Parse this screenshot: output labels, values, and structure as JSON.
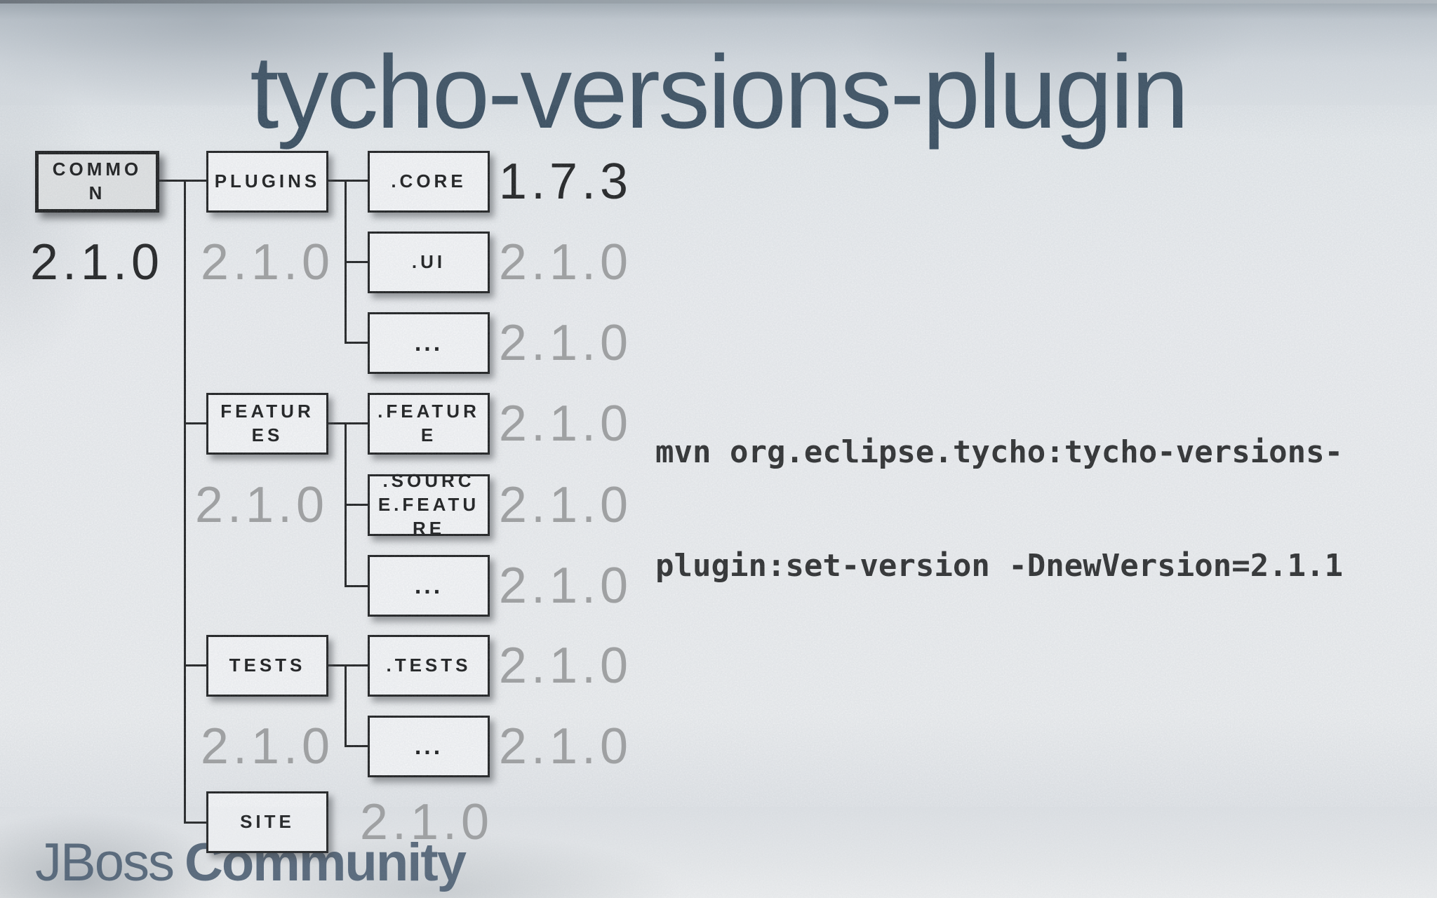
{
  "slide": {
    "title": "tycho-versions-plugin",
    "command_lines": [
      "mvn org.eclipse.tycho:tycho-versions-",
      "plugin:set-version -DnewVersion=2.1.1"
    ],
    "logo": {
      "brand": "JBoss",
      "suffix": "Community"
    }
  },
  "colors": {
    "title_text": "#2e4457",
    "version_muted": "#9f9f9f",
    "version_emphasis": "#141414",
    "box_border": "#111111",
    "box_fill": "#fdfdfe",
    "root_box_fill": "#e7e8e8",
    "logo_text": "#42556a",
    "background_top": "#9ea8b0",
    "background_main": "#f3f4f6"
  },
  "tree": {
    "nodes": [
      {
        "label": "COMMON",
        "level": "root",
        "parent": null
      },
      {
        "label": "PLUGINS",
        "level": "module",
        "parent": "COMMON"
      },
      {
        "label": ".CORE",
        "level": "leaf",
        "parent": "PLUGINS"
      },
      {
        "label": ".UI",
        "level": "leaf",
        "parent": "PLUGINS"
      },
      {
        "label": "...",
        "level": "leaf",
        "parent": "PLUGINS"
      },
      {
        "label": "FEATURES",
        "level": "module",
        "parent": "COMMON"
      },
      {
        "label": ".FEATURE",
        "level": "leaf",
        "parent": "FEATURES"
      },
      {
        "label": ".SOURCE.FEATURE",
        "level": "leaf",
        "parent": "FEATURES"
      },
      {
        "label": "...",
        "level": "leaf",
        "parent": "FEATURES"
      },
      {
        "label": "TESTS",
        "level": "module",
        "parent": "COMMON"
      },
      {
        "label": ".TESTS",
        "level": "leaf",
        "parent": "TESTS"
      },
      {
        "label": "...",
        "level": "leaf",
        "parent": "TESTS"
      },
      {
        "label": "SITE",
        "level": "module",
        "parent": "COMMON"
      }
    ],
    "versions": [
      {
        "node": "COMMON",
        "text": "2.1.0",
        "muted": false
      },
      {
        "node": "PLUGINS",
        "text": "2.1.0",
        "muted": true
      },
      {
        "node": ".CORE",
        "text": "1.7.3",
        "muted": false
      },
      {
        "node": ".UI",
        "text": "2.1.0",
        "muted": true
      },
      {
        "node": "PLUGINS-ellipsis",
        "text": "2.1.0",
        "muted": true
      },
      {
        "node": ".FEATURE",
        "text": "2.1.0",
        "muted": true
      },
      {
        "node": "FEATURES",
        "text": "2.1.0",
        "muted": true
      },
      {
        "node": ".SOURCE.FEATURE",
        "text": "2.1.0",
        "muted": true
      },
      {
        "node": "FEATURES-ellipsis",
        "text": "2.1.0",
        "muted": true
      },
      {
        "node": ".TESTS",
        "text": "2.1.0",
        "muted": true
      },
      {
        "node": "TESTS",
        "text": "2.1.0",
        "muted": true
      },
      {
        "node": "TESTS-ellipsis",
        "text": "2.1.0",
        "muted": true
      },
      {
        "node": "SITE",
        "text": "2.1.0",
        "muted": true
      }
    ]
  }
}
